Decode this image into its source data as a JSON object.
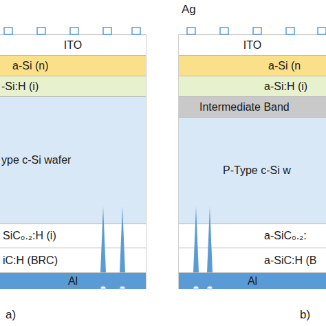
{
  "diagram": {
    "nodes": [
      {
        "text": [
          "ITO"
        ]
      },
      {
        "text": [
          "a-Si (n)"
        ]
      },
      {
        "text": [
          "-Si:H (i)"
        ]
      },
      {
        "text": [
          "ype c-Si wafer"
        ]
      },
      {
        "text": [
          "SiC₀.₂:H (i)"
        ]
      },
      {
        "text": [
          "iC:H (BRC)"
        ]
      },
      {
        "text": [
          "Al"
        ]
      },
      {
        "text": [
          "ITO"
        ]
      },
      {
        "text": [
          "a-Si (n"
        ]
      },
      {
        "text": [
          "a-Si:H (i)"
        ]
      },
      {
        "text": [
          "Intermediate Band"
        ]
      },
      {
        "text": [
          "P-Type c-Si w"
        ]
      },
      {
        "text": [
          "a-SiC₀.₂:"
        ]
      },
      {
        "text": [
          "a-SiC:H (B"
        ]
      },
      {
        "text": [
          "Al"
        ]
      }
    ],
    "labels": [
      "Ag",
      "a)",
      "b)"
    ]
  }
}
